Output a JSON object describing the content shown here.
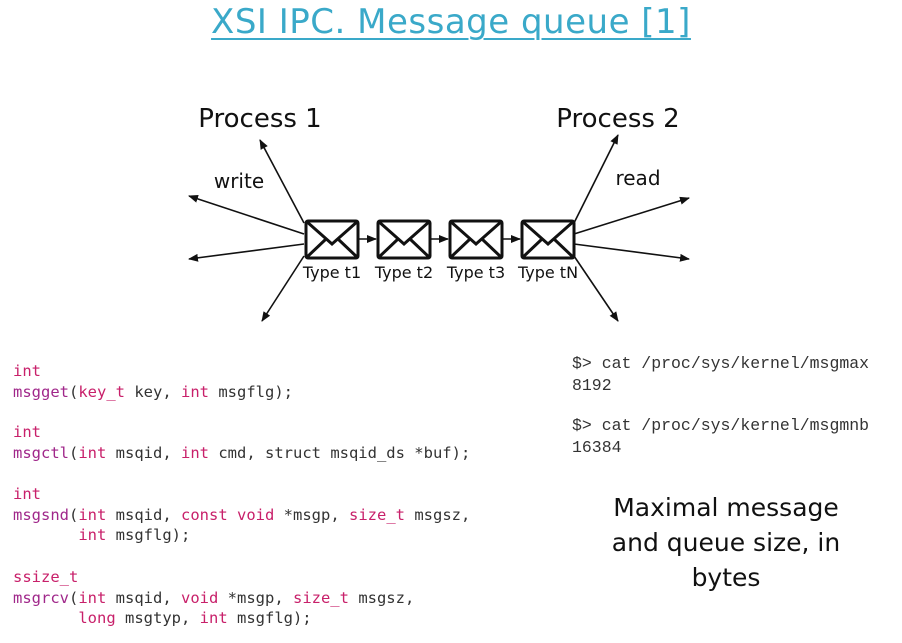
{
  "title": "XSI IPC. Message queue [1]",
  "diagram": {
    "process_left": "Process 1",
    "process_right": "Process 2",
    "label_write": "write",
    "label_read": "read",
    "messages": [
      "Type t1",
      "Type t2",
      "Type t3",
      "Type tN"
    ]
  },
  "code": [
    {
      "return_type": "int",
      "name": "msgget",
      "lines": [
        [
          {
            "t": "("
          },
          {
            "t": "key_t",
            "k": "kw"
          },
          {
            "t": " key, "
          },
          {
            "t": "int",
            "k": "kw"
          },
          {
            "t": " msgflg);"
          }
        ]
      ]
    },
    {
      "return_type": "int",
      "name": "msgctl",
      "lines": [
        [
          {
            "t": "("
          },
          {
            "t": "int",
            "k": "kw"
          },
          {
            "t": " msqid, "
          },
          {
            "t": "int",
            "k": "kw"
          },
          {
            "t": " cmd, struct msqid_ds *buf);"
          }
        ]
      ]
    },
    {
      "return_type": "int",
      "name": "msgsnd",
      "lines": [
        [
          {
            "t": "("
          },
          {
            "t": "int",
            "k": "kw"
          },
          {
            "t": " msqid, "
          },
          {
            "t": "const",
            "k": "kw"
          },
          {
            "t": " "
          },
          {
            "t": "void",
            "k": "kw"
          },
          {
            "t": " *msgp, "
          },
          {
            "t": "size_t",
            "k": "kw"
          },
          {
            "t": " msgsz,"
          }
        ],
        [
          {
            "t": "       "
          },
          {
            "t": "int",
            "k": "kw"
          },
          {
            "t": " msgflg);"
          }
        ]
      ]
    },
    {
      "return_type": "ssize_t",
      "name": "msgrcv",
      "lines": [
        [
          {
            "t": "("
          },
          {
            "t": "int",
            "k": "kw"
          },
          {
            "t": " msqid, "
          },
          {
            "t": "void",
            "k": "kw"
          },
          {
            "t": " *msgp, "
          },
          {
            "t": "size_t",
            "k": "kw"
          },
          {
            "t": " msgsz,"
          }
        ],
        [
          {
            "t": "       "
          },
          {
            "t": "long",
            "k": "kw"
          },
          {
            "t": " msgtyp, "
          },
          {
            "t": "int",
            "k": "kw"
          },
          {
            "t": " msgflg);"
          }
        ]
      ]
    }
  ],
  "shell": [
    {
      "command": "$> cat /proc/sys/kernel/msgmax",
      "output": "8192"
    },
    {
      "command": "$> cat /proc/sys/kernel/msgmnb",
      "output": "16384"
    }
  ],
  "note": "Maximal message and queue size, in bytes",
  "colors": {
    "title": "#3aa9c9",
    "function": "#a0278a",
    "keyword": "#c8206a",
    "text": "#333333"
  }
}
